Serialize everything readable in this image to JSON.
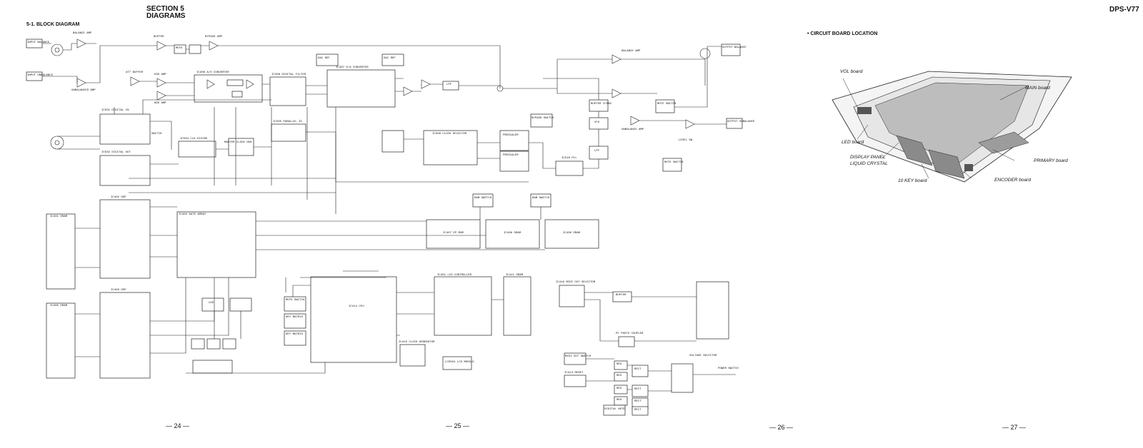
{
  "header": {
    "section": "SECTION 5",
    "section_sub": "DIAGRAMS",
    "model": "DPS-V77",
    "block_diagram_title": "5-1. BLOCK DIAGRAM",
    "circuit_board_title": "• CIRCUIT BOARD LOCATION"
  },
  "page_numbers": [
    "— 24 —",
    "— 25 —",
    "— 26 —",
    "— 27 —"
  ],
  "boards": {
    "vol": "VOL board",
    "main": "MAIN board",
    "led": "LED board",
    "display": "DISPLAY PANEL",
    "lcd": "LIQUID CRYSTAL",
    "primary": "PRIMARY board",
    "tenkey": "10 KEY board",
    "encoder": "ENCODER board"
  },
  "blocks": {
    "in_bal": "INPUT BALANCE",
    "in_unbal": "INPUT UNBALANCE",
    "bal_amp": "BALANCE AMP",
    "unbal_amp": "UNBALANCED AMP",
    "att_buf": "ATT BUFFER",
    "buffer": "BUFFER",
    "mute": "MUTE",
    "bypass_amp": "BYPASS AMP",
    "esd_amp": "ESD AMP",
    "ad_conv": "IC306 A/D CONVERTER",
    "add_amp": "ADD AMP",
    "dig_filter": "IC308 DIGITAL FILTER",
    "da_conv": "IC307 D/A CONVERTER",
    "dac_ref1": "DAC REF",
    "dac_ref2": "DAC REF",
    "lpf": "LPF",
    "dig_in": "IC501 DIGITAL IN",
    "dig_out": "IC502 DIGITAL OUT",
    "switch": "SWITCH",
    "clk_div": "IC504 CLK DIVIDE",
    "master_clk": "MASTER CLOCK GEN",
    "serial_par": "IC505 PARALLEL IO",
    "clk_sel": "IC506 CLOCK SELECTOR",
    "prescaler1": "PRESCALER",
    "prescaler2": "PRESCALER",
    "pll": "IC510 PLL",
    "bypass_sw": "BYPASS SWITCH",
    "buffer2": "BUFFER IC509",
    "vco": "VCO",
    "lpf2": "LPF",
    "dsp1": "IC402 DSP",
    "dsp2": "IC403 DSP",
    "dram1": "IC401 DRAM",
    "dram2": "IC405 DRAM",
    "gate_array": "IC404 GATE ARRAY",
    "ep_rom": "IC407 EP-ROM",
    "sram1": "IC408 SRAM",
    "sram2": "IC409 SRAM",
    "rami_sw1": "RAM SWITCH",
    "rami_sw2": "RAM SWITCH",
    "led_drv": "LED",
    "lcd_ctl": "IC401 LCD CONTROLLER",
    "lcd_sram": "IC411 SRAM",
    "cpu": "IC414 CPU",
    "clock_gen": "IC415 CLOCK GENERATOR",
    "lcd_module": "LCD501 LCD MODULE",
    "key_matrix1": "KEY MATRIX",
    "key_matrix2": "KEY MATRIX",
    "mute_sw": "MUTE SWITCH",
    "buf_out": "BUFFER",
    "midi_sel": "IC416 MIDI OUT SELECTOR",
    "photo": "PC PHOTO COUPLER",
    "reset": "IC413 RESET",
    "midi_sw": "MIDI OUT SWITCH",
    "reg1": "REG",
    "reg2": "REG",
    "reg3": "REG",
    "reg4": "REG",
    "rect1": "RECT",
    "rect2": "RECT",
    "rect3": "RECT",
    "rect4": "RECT",
    "digital_note": "DIGITAL NOTE",
    "voltage_sel": "VOLTAGE SELECTOR",
    "power_sw": "POWER SWITCH",
    "out_bal": "OUTPUT BALANCE",
    "out_unbal": "OUTPUT UNBALANCE",
    "bal_amp_out": "BALANCE AMP",
    "unbal_amp_out": "UNBALANCE AMP",
    "mute_out1": "MUTE SWITCH",
    "mute_out2": "MUTE SWITCH",
    "level_sw": "LEVEL SW"
  }
}
